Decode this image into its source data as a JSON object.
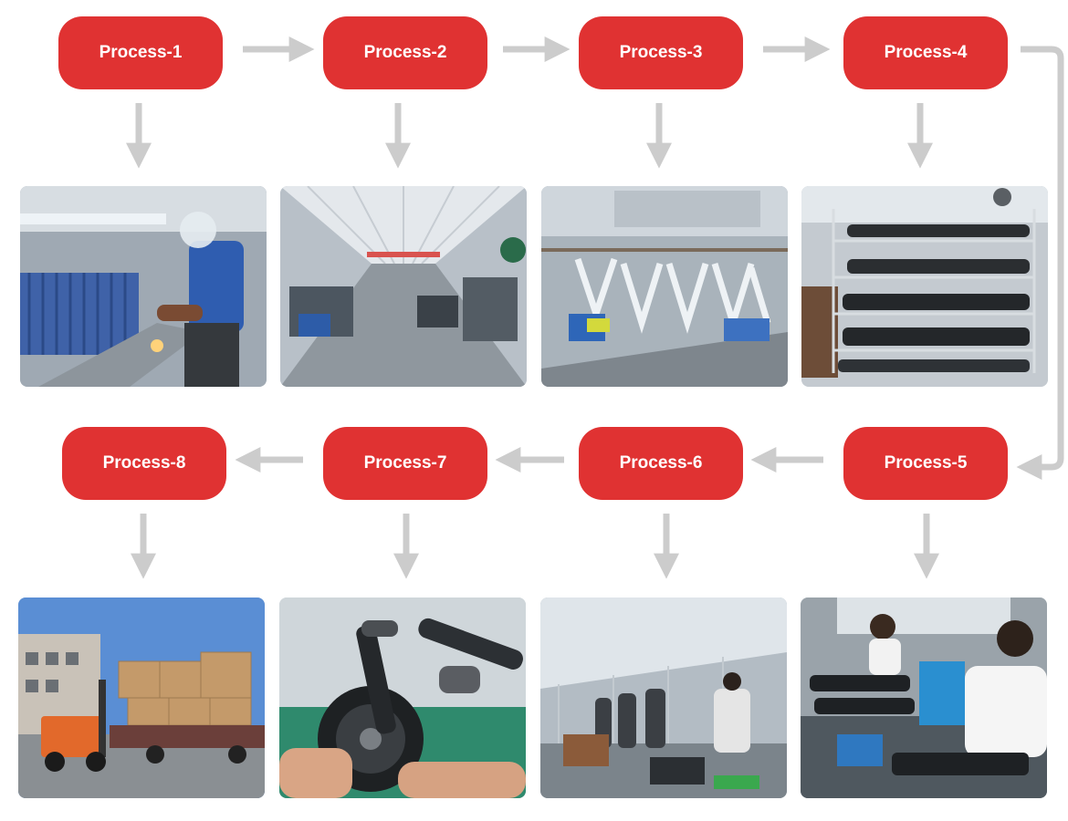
{
  "processes": [
    {
      "label": "Process-1",
      "scene": "welding-workstation-photo"
    },
    {
      "label": "Process-2",
      "scene": "factory-hall-photo"
    },
    {
      "label": "Process-3",
      "scene": "frame-painting-line-photo"
    },
    {
      "label": "Process-4",
      "scene": "frame-storage-rack-photo"
    },
    {
      "label": "Process-5",
      "scene": "component-assembly-photo"
    },
    {
      "label": "Process-6",
      "scene": "assembly-line-workers-photo"
    },
    {
      "label": "Process-7",
      "scene": "scooter-wheel-inspection-photo"
    },
    {
      "label": "Process-8",
      "scene": "forklift-loading-truck-photo"
    }
  ],
  "colors": {
    "pill": "#e03232",
    "arrow": "#cccccc",
    "text": "#ffffff"
  }
}
